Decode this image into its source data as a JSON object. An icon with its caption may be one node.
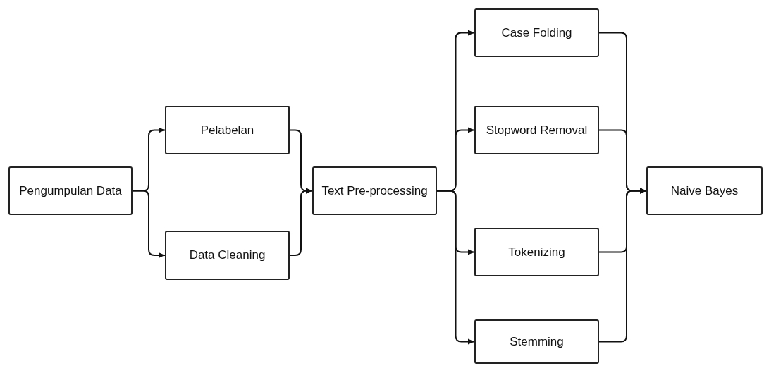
{
  "diagram": {
    "nodes": [
      {
        "text": [
          "Pengumpulan Data"
        ]
      },
      {
        "text": [
          "Pelabelan"
        ]
      },
      {
        "text": [
          "Data Cleaning"
        ]
      },
      {
        "text": [
          "Text Pre-processing"
        ]
      },
      {
        "text": [
          "Case Folding"
        ]
      },
      {
        "text": [
          "Stopword Removal"
        ]
      },
      {
        "text": [
          "Tokenizing"
        ]
      },
      {
        "text": [
          "Stemming"
        ]
      },
      {
        "text": [
          "Naive Bayes"
        ]
      }
    ],
    "edges": [
      {
        "from": 0,
        "to": 1,
        "arrow": "to"
      },
      {
        "from": 0,
        "to": 2,
        "arrow": "to"
      },
      {
        "from": 1,
        "to": 3,
        "arrow": "to"
      },
      {
        "from": 2,
        "to": 3,
        "arrow": "to"
      },
      {
        "from": 3,
        "to": 4,
        "arrow": "to"
      },
      {
        "from": 3,
        "to": 5,
        "arrow": "to"
      },
      {
        "from": 3,
        "to": 6,
        "arrow": "to"
      },
      {
        "from": 3,
        "to": 7,
        "arrow": "to"
      },
      {
        "from": 4,
        "to": 8,
        "arrow": "to"
      },
      {
        "from": 5,
        "to": 8,
        "arrow": "to"
      },
      {
        "from": 6,
        "to": 8,
        "arrow": "to"
      },
      {
        "from": 7,
        "to": 8,
        "arrow": "to"
      }
    ]
  }
}
